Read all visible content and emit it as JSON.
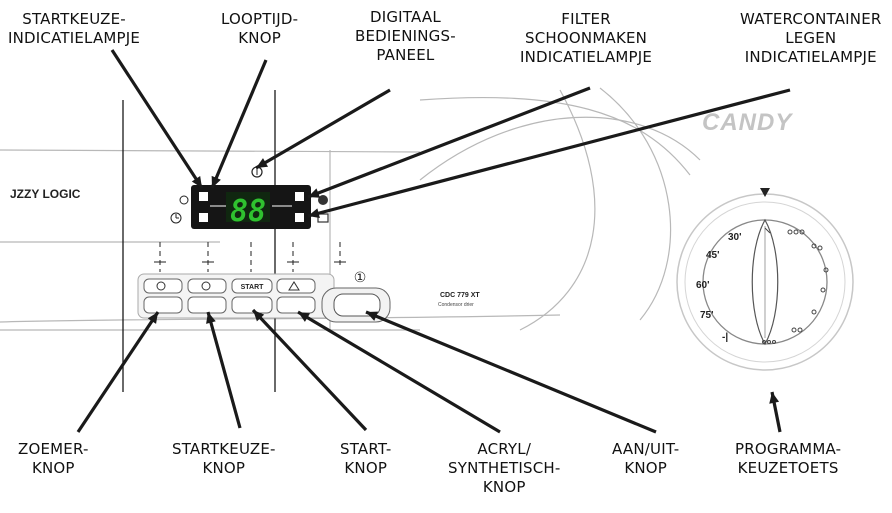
{
  "labels": {
    "start_indicator": [
      "STARTKEUZE-",
      "INDICATIELAMPJE"
    ],
    "runtime_knob": [
      "LOOPTIJD-",
      "KNOP"
    ],
    "digital_panel": [
      "DIGITAAL",
      "BEDIENINGS-",
      "PANEEL"
    ],
    "filter_indicator": [
      "FILTER",
      "SCHOONMAKEN",
      "INDICATIELAMPJE"
    ],
    "water_indicator": [
      "WATERCONTAINER",
      "LEGEN",
      "INDICATIELAMPJE"
    ],
    "buzzer_knob": [
      "ZOEMER-",
      "KNOP"
    ],
    "startkeuze_knob": [
      "STARTKEUZE-",
      "KNOP"
    ],
    "start_knob": [
      "START-",
      "KNOP"
    ],
    "acryl_knob": [
      "ACRYL/",
      "SYNTHETISCH-",
      "KNOP"
    ],
    "power_knob": [
      "AAN/UIT-",
      "KNOP"
    ],
    "program_knob": [
      "PROGRAMMA-",
      "KEUZETOETS"
    ]
  },
  "device": {
    "brand": "CANDY",
    "series": "JZZY LOGIC",
    "display_digits": "88",
    "start_button_text": "START",
    "model": "CDC 779 XT",
    "model_sub": "Condensor drier",
    "power_symbol": "①",
    "dial_temps": [
      "30'",
      "45'",
      "60'",
      "75'",
      "-|"
    ]
  },
  "colors": {
    "line": "#1a1a1a",
    "light_line": "#b8b8b8",
    "display_bg": "#151515",
    "digits": "#2fc22f",
    "brand": "#c4c4c4"
  }
}
